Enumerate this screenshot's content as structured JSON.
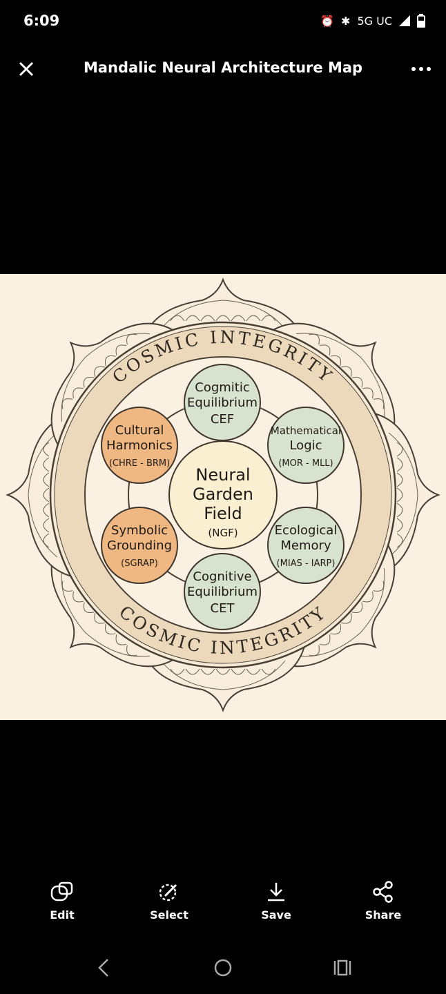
{
  "status": {
    "time": "6:09",
    "network": "5G UC",
    "icons": [
      "alarm-icon",
      "bluetooth-icon",
      "signal-icon",
      "battery-icon"
    ]
  },
  "header": {
    "title": "Mandalic Neural Architecture Map"
  },
  "diagram": {
    "ring_top": "COSMIC INTEGRITY",
    "ring_bottom": "COSMIC INTEGRITY",
    "center": {
      "l1": "Neural",
      "l2": "Garden",
      "l3": "Field",
      "abbr": "(NGF)"
    },
    "nodes": [
      {
        "l1": "Cogmitic",
        "l2": "Equilibrium",
        "abbr": "CEF",
        "color": "#d8e3cf"
      },
      {
        "l1": "Mathematical",
        "l2": "Logic",
        "abbr": "(MOR - MLL)",
        "color": "#d8e3cf"
      },
      {
        "l1": "Ecological",
        "l2": "Memory",
        "abbr": "(MIAS - IARP)",
        "color": "#d8e3cf"
      },
      {
        "l1": "Cognitive",
        "l2": "Equilibrium",
        "abbr": "CET",
        "color": "#d8e3cf"
      },
      {
        "l1": "Symbolic",
        "l2": "Grounding",
        "abbr": "(SGRAP)",
        "color": "#efb883"
      },
      {
        "l1": "Cultural",
        "l2": "Harmonics",
        "abbr": "(CHRE - BRM)",
        "color": "#efb883"
      }
    ]
  },
  "actions": [
    {
      "label": "Edit"
    },
    {
      "label": "Select"
    },
    {
      "label": "Save"
    },
    {
      "label": "Share"
    }
  ]
}
